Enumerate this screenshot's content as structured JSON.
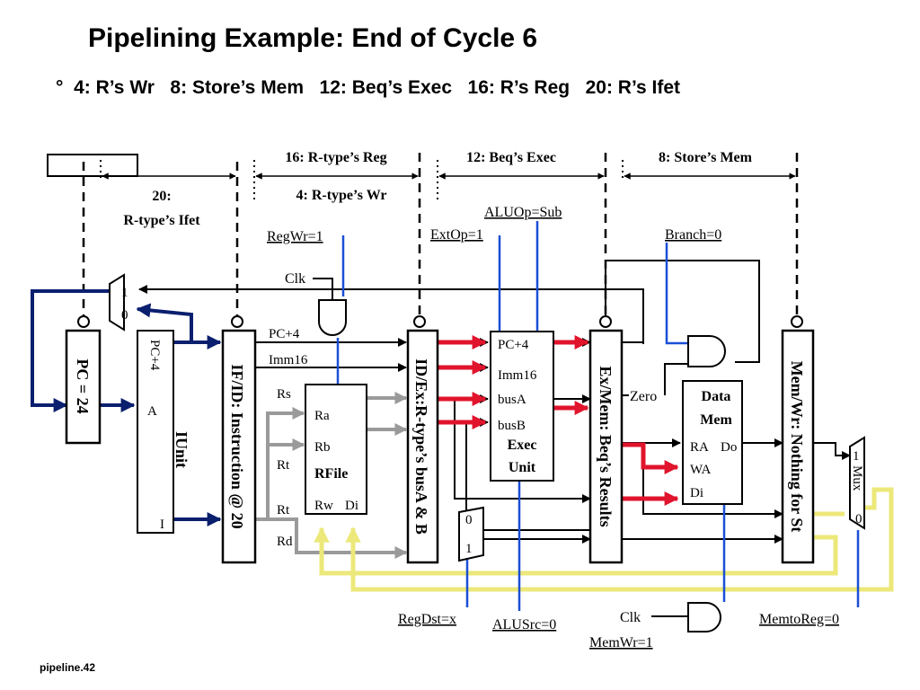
{
  "slide": {
    "title": "Pipelining Example: End of Cycle 6",
    "bullet_symbol": "°",
    "bullet_text": "4: R’s Wr   8: Store’s Mem   12: Beq’s Exec   16: R’s Reg   20: R’s Ifet",
    "footer": "pipeline.42"
  },
  "stages": {
    "ifet": [
      "20:",
      "R-type’s Ifet"
    ],
    "reg": "16: R-type’s  Reg",
    "wr": "4: R-type’s  Wr",
    "exec": "12: Beq’s  Exec",
    "mem": "8: Store’s  Mem"
  },
  "pipeline_registers": {
    "pc": "PC = 24",
    "if_id": "IF/ID: Instruction  @ 20",
    "id_ex": "ID/Ex:R-type’s busA & B",
    "ex_mem": "Ex/Mem: Beq’s Results",
    "mem_wr": "Mem/Wr: Nothing for St"
  },
  "iunit": {
    "title": "IUnit",
    "pc4": "PC+4",
    "a": "A",
    "i": "I"
  },
  "rfile": {
    "title": "RFile",
    "ra": "Ra",
    "rb": "Rb",
    "rw": "Rw",
    "di": "Di"
  },
  "exec_unit": {
    "title": [
      "Exec",
      "Unit"
    ],
    "pc4": "PC+4",
    "imm16": "Imm16",
    "busa": "busA",
    "busb": "busB"
  },
  "data_mem": {
    "title": [
      "Data",
      "Mem"
    ],
    "ra": "RA",
    "do": "Do",
    "wa": "WA",
    "di": "Di"
  },
  "wires": {
    "pc4": "PC+4",
    "imm16": "Imm16",
    "rs": "Rs",
    "rt1": "Rt",
    "rt2": "Rt",
    "rd": "Rd",
    "clk": "Clk",
    "zero": "Zero",
    "mux_top_1": "1",
    "mux_top_0": "0",
    "mux_dst_0": "0",
    "mux_dst_1": "1",
    "mux_out_1": "1",
    "mux_out_0": "0",
    "mux_word": "Mux"
  },
  "control": {
    "regwr": "RegWr=1",
    "extop": "ExtOp=1",
    "aluop": "ALUOp=Sub",
    "branch": "Branch=0",
    "regdst": "RegDst=x",
    "alusrc": "ALUSrc=0",
    "clk": "Clk",
    "memwr": "MemWr=1",
    "memtoreg": "MemtoReg=0"
  },
  "colors": {
    "dark_blue": "#0a1f6e",
    "control_blue": "#1a4fd6",
    "red": "#e0142c",
    "gray": "#9a9a9a",
    "yellow": "#ece87a",
    "black": "#000000"
  }
}
